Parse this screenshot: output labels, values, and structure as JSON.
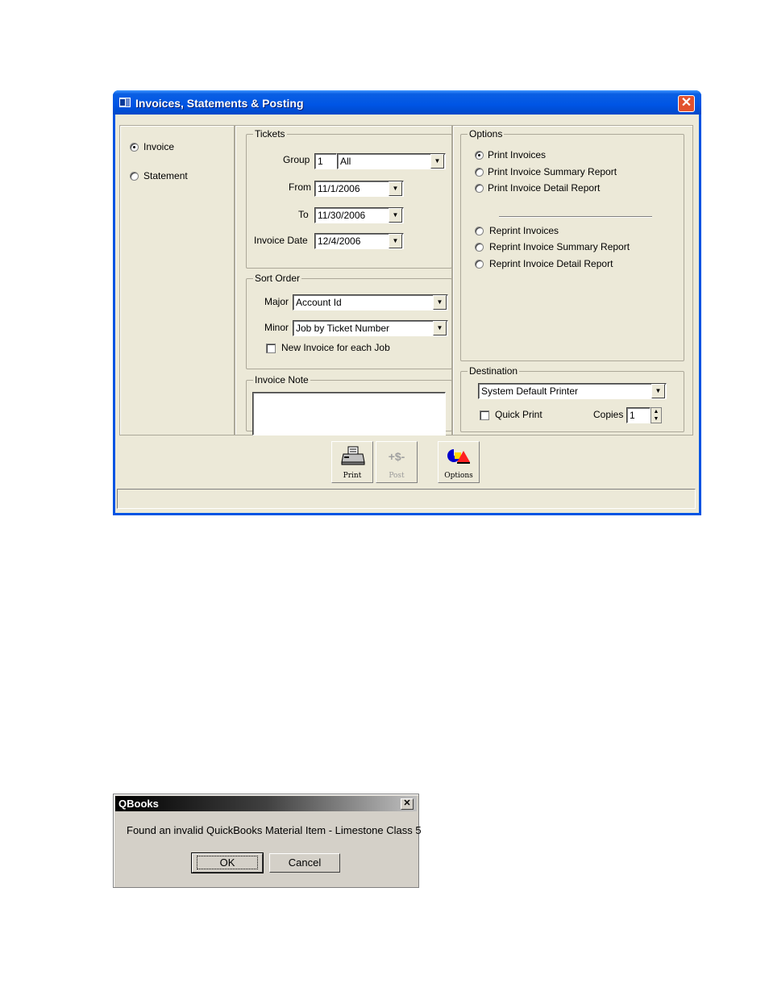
{
  "window": {
    "title": "Invoices, Statements & Posting",
    "close_glyph": "✕"
  },
  "mode": {
    "options": [
      {
        "label": "Invoice",
        "selected": true
      },
      {
        "label": "Statement",
        "selected": false
      }
    ]
  },
  "tickets": {
    "legend": "Tickets",
    "group_label": "Group",
    "group_id": "1",
    "group_name": "All",
    "from_label": "From",
    "from_value": "11/1/2006",
    "to_label": "To",
    "to_value": "11/30/2006",
    "invoice_date_label": "Invoice Date",
    "invoice_date_value": "12/4/2006"
  },
  "sort_order": {
    "legend": "Sort Order",
    "major_label": "Major",
    "major_value": "Account Id",
    "minor_label": "Minor",
    "minor_value": "Job by Ticket Number",
    "new_invoice_label": "New Invoice for each Job",
    "new_invoice_checked": false
  },
  "invoice_note": {
    "legend": "Invoice Note",
    "value": ""
  },
  "options": {
    "legend": "Options",
    "print_items": [
      {
        "label": "Print Invoices",
        "selected": true
      },
      {
        "label": "Print Invoice Summary Report",
        "selected": false
      },
      {
        "label": "Print Invoice Detail Report",
        "selected": false
      }
    ],
    "reprint_items": [
      {
        "label": "Reprint Invoices",
        "selected": false
      },
      {
        "label": "Reprint Invoice Summary Report",
        "selected": false
      },
      {
        "label": "Reprint Invoice Detail Report",
        "selected": false
      }
    ]
  },
  "destination": {
    "legend": "Destination",
    "printer": "System Default Printer",
    "quick_print_label": "Quick Print",
    "quick_print_checked": false,
    "copies_label": "Copies",
    "copies_value": "1"
  },
  "toolbar": {
    "print_label": "Print",
    "post_label": "Post",
    "post_icon_text": "+$-",
    "options_label": "Options"
  },
  "status_bar": {
    "text": ""
  },
  "dialog": {
    "title": "QBooks",
    "close_glyph": "✕",
    "message": "Found an invalid QuickBooks Material Item - Limestone Class 5",
    "ok_label": "OK",
    "cancel_label": "Cancel"
  },
  "colors": {
    "title_blue": "#0055e5",
    "window_face": "#ece9d8",
    "close_red": "#e2522e",
    "dialog_face": "#d4d0c8"
  }
}
